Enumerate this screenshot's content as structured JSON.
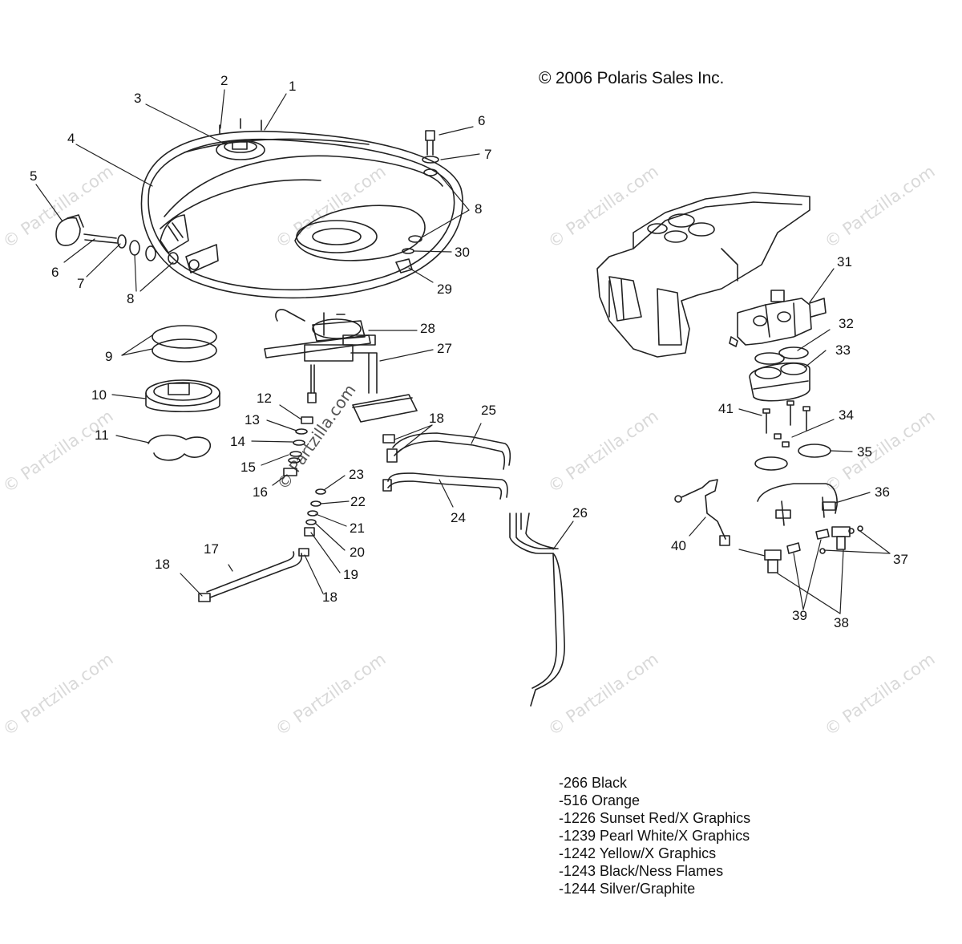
{
  "copyright": "© 2006 Polaris Sales Inc.",
  "watermark": "© Partzilla.com",
  "callouts": [
    "1",
    "2",
    "3",
    "4",
    "5",
    "6",
    "7",
    "8",
    "9",
    "10",
    "11",
    "12",
    "13",
    "14",
    "15",
    "16",
    "17",
    "18",
    "19",
    "20",
    "21",
    "22",
    "23",
    "24",
    "25",
    "26",
    "27",
    "28",
    "29",
    "30",
    "31",
    "32",
    "33",
    "34",
    "35",
    "36",
    "37",
    "38",
    "39",
    "40",
    "41"
  ],
  "legend": [
    "-266  Black",
    "-516  Orange",
    "-1226 Sunset Red/X Graphics",
    "-1239 Pearl White/X Graphics",
    "-1242 Yellow/X Graphics",
    "-1243 Black/Ness Flames",
    "-1244 Silver/Graphite"
  ]
}
